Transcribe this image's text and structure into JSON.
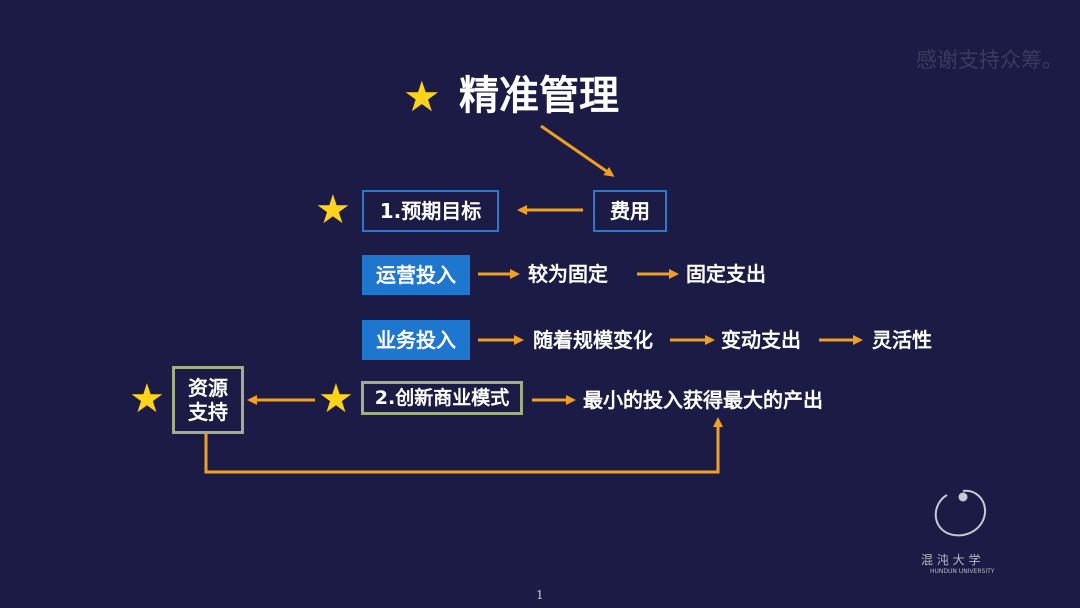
{
  "watermark": "感谢支持众筹。",
  "title": "精准管理",
  "star_glyph": "★",
  "nodes": {
    "expense": "费用",
    "goal": "1.预期目标",
    "operating_input": "运营投入",
    "relatively_fixed": "较为固定",
    "fixed_expense": "固定支出",
    "business_input": "业务投入",
    "scale_change": "随着规模变化",
    "variable_expense": "变动支出",
    "flexibility": "灵活性",
    "resource_line1": "资源",
    "resource_line2": "支持",
    "innovation": "2.创新商业模式",
    "max_output": "最小的投入获得最大的产出"
  },
  "logo": {
    "name": "混 沌 大 学",
    "sub": "HUNDUN UNIVERSITY"
  },
  "page_number": "1",
  "colors": {
    "background": "#1b1b45",
    "star": "#ffd31a",
    "arrow": "#f0a020",
    "box_outline": "#2f78c9",
    "box_fill": "#1f76cf",
    "box_green": "#9fae86",
    "text": "#ffffff"
  }
}
